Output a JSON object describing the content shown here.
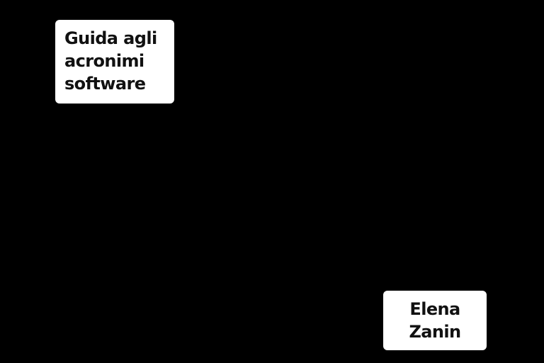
{
  "background_color": "#000000",
  "title_card": {
    "lines": [
      "Guida agli",
      "acronimi",
      "software"
    ]
  },
  "author_card": {
    "lines": [
      "Elena",
      "Zanin"
    ]
  }
}
